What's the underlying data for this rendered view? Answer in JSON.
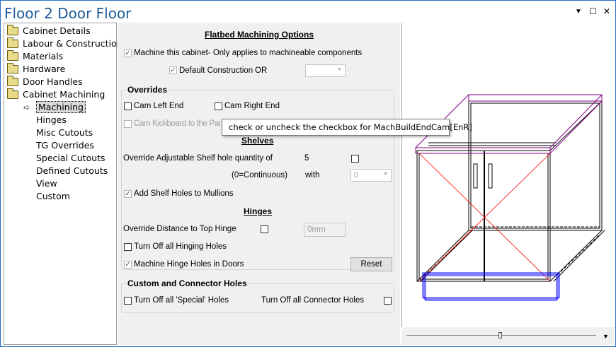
{
  "window": {
    "title": "Floor 2 Door Floor",
    "menu_icon": "▼",
    "maximize_icon": "☐",
    "close_icon": "✕"
  },
  "tree": {
    "items": [
      {
        "label": "Cabinet Details"
      },
      {
        "label": "Labour & Construction"
      },
      {
        "label": "Materials"
      },
      {
        "label": "Hardware"
      },
      {
        "label": "Door Handles"
      },
      {
        "label": "Cabinet Machining"
      }
    ],
    "subitems": [
      {
        "label": "Machining",
        "selected": true
      },
      {
        "label": "Hinges"
      },
      {
        "label": "Misc Cutouts"
      },
      {
        "label": "TG Overrides"
      },
      {
        "label": "Special Cutouts"
      },
      {
        "label": "Defined Cutouts"
      },
      {
        "label": "View"
      },
      {
        "label": "Custom"
      }
    ]
  },
  "main": {
    "heading": "Flatbed Machining Options",
    "machine_cabinet": {
      "label": "Machine this cabinet- Only applies to machineable components",
      "checked": true
    },
    "default_construction": {
      "label": "Default Construction",
      "checked": true
    },
    "or_label": "OR",
    "construction_dropdown": "",
    "overrides": {
      "title": "Overrides",
      "cam_left": "Cam Left End",
      "cam_right": "Cam Right End",
      "cam_kickboard": "Cam Kickboard to the Par"
    },
    "shelves": {
      "title": "Shelves",
      "override_qty_label": "Override Adjustable Shelf hole quantity of",
      "qty_value": "5",
      "continuous_label": "(0=Continuous)",
      "with_label": "with",
      "with_value": "0",
      "add_mullions": "Add Shelf Holes to Mullions",
      "add_mullions_checked": true
    },
    "hinges": {
      "title": "Hinges",
      "override_top": "Override Distance to Top Hinge",
      "top_value": "0mm",
      "turn_off": "Turn Off all Hinging Holes",
      "machine_doors": "Machine Hinge Holes in Doors",
      "machine_doors_checked": true,
      "reset": "Reset"
    },
    "custom": {
      "title": "Custom and Connector Holes",
      "special": "Turn Off all 'Special' Holes",
      "connector": "Turn Off all Connector Holes"
    }
  },
  "tooltip": "check or uncheck the checkbox for MachBuildEndCam[EnR]",
  "colors": {
    "title": "#1e5a9c",
    "top": "#800080",
    "kick": "#0000ff",
    "diag": "#ff0000"
  }
}
